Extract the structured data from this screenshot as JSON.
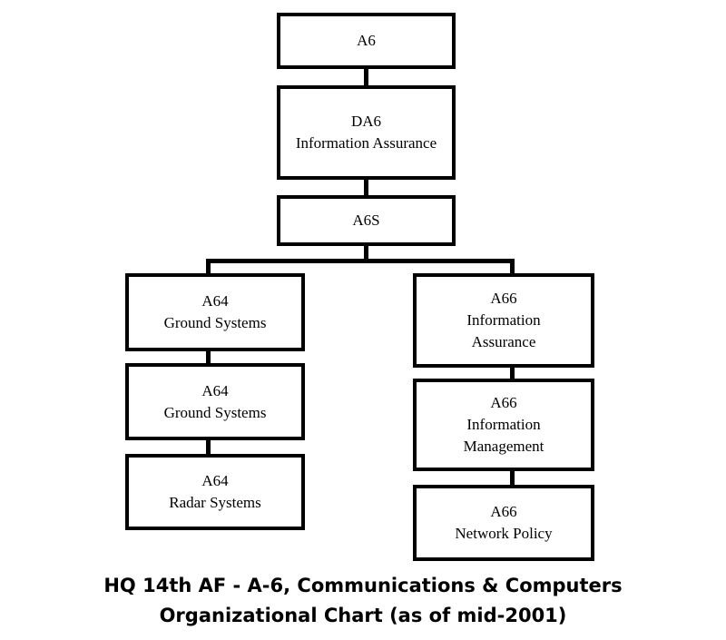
{
  "chart": {
    "top": {
      "line1": "A6"
    },
    "deputy": {
      "line1": "DA6",
      "line2": "Information Assurance"
    },
    "staff": {
      "line1": "A6S"
    },
    "left": [
      {
        "line1": "A64",
        "line2": "Ground Systems"
      },
      {
        "line1": "A64",
        "line2": "Ground Systems"
      },
      {
        "line1": "A64",
        "line2": "Radar Systems"
      }
    ],
    "right": [
      {
        "line1": "A66",
        "line2": "Information",
        "line3": "Assurance"
      },
      {
        "line1": "A66",
        "line2": "Information",
        "line3": "Management"
      },
      {
        "line1": "A66",
        "line2": "Network Policy"
      }
    ]
  },
  "caption": {
    "line1": "HQ 14th AF - A-6, Communications & Computers",
    "line2": "Organizational Chart (as of mid-2001)"
  }
}
